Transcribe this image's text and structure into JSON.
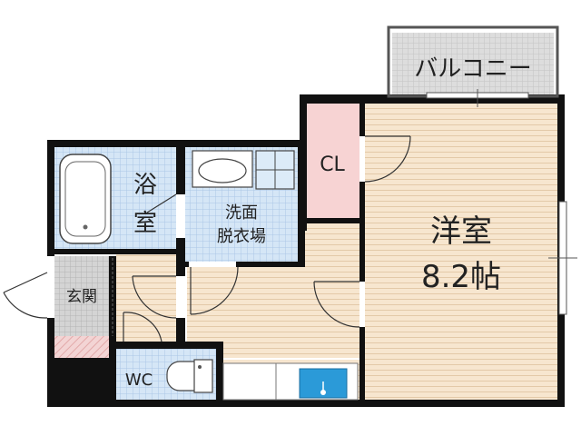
{
  "rooms": {
    "balcony": "バルコニー",
    "closet": "CL",
    "western_room": {
      "name": "洋室",
      "size": "8.2帖"
    },
    "bath": {
      "line1": "浴",
      "line2": "室"
    },
    "washroom": {
      "line1": "洗面",
      "line2": "脱衣場"
    },
    "entrance": "玄関",
    "toilet": "WC"
  },
  "colors": {
    "wall": "#111111",
    "wood_floor": "#f7e6cf",
    "tile_blue": "#d5e6f6",
    "closet_pink": "#f7d3d3",
    "entrance_gray": "#d4d4d4",
    "sink_blue": "#2b9ad8"
  }
}
